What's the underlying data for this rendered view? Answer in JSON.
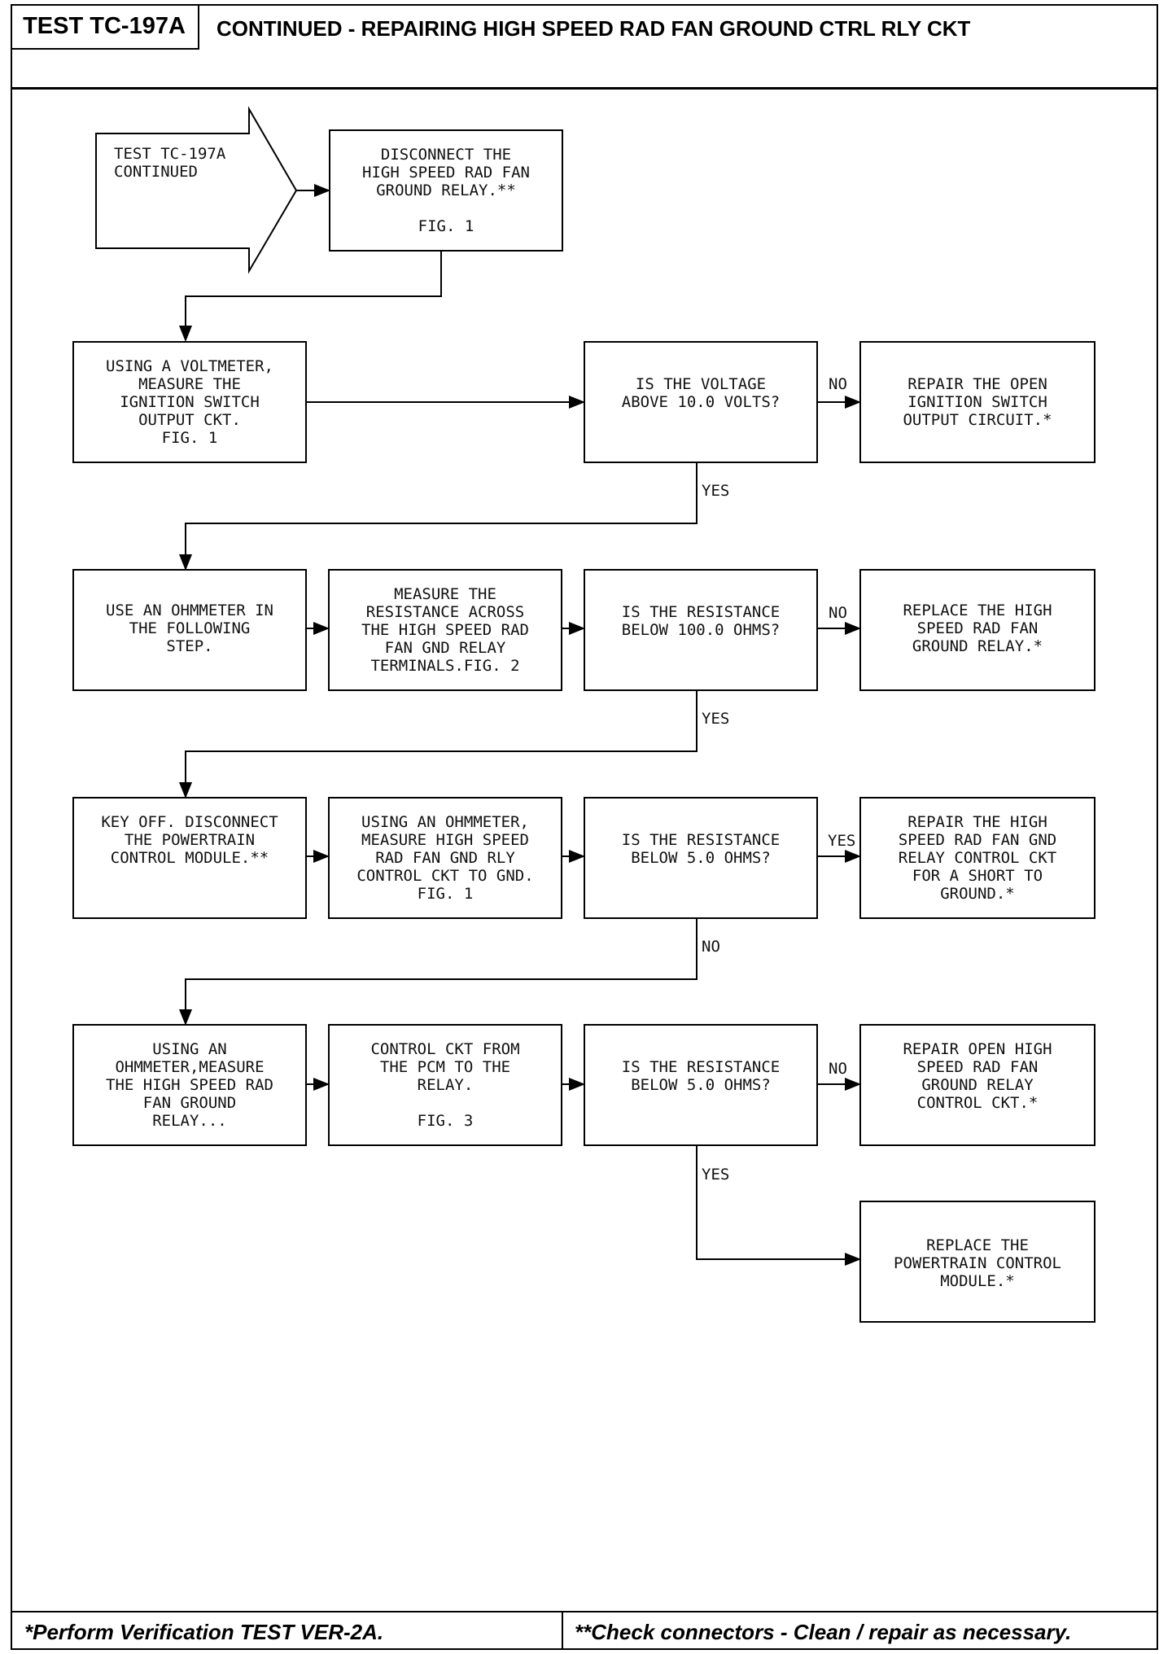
{
  "header": {
    "test_id": "TEST TC-197A",
    "title": "CONTINUED - REPAIRING HIGH SPEED RAD FAN GROUND CTRL RLY CKT"
  },
  "diagram": {
    "start": "TEST TC-197A\nCONTINUED",
    "disconnect_relay": "DISCONNECT THE\nHIGH SPEED RAD FAN\nGROUND RELAY.**\n\nFIG. 1",
    "measure_ignition": "USING A VOLTMETER,\nMEASURE THE\nIGNITION SWITCH\nOUTPUT CKT.\nFIG. 1",
    "q_voltage": "IS THE VOLTAGE\nABOVE 10.0 VOLTS?",
    "repair_ignition": "REPAIR THE OPEN\nIGNITION SWITCH\nOUTPUT CIRCUIT.*",
    "use_ohmmeter": "USE AN OHMMETER IN\nTHE FOLLOWING\nSTEP.",
    "measure_relay_terminals": "MEASURE THE\nRESISTANCE ACROSS\nTHE HIGH SPEED RAD\nFAN GND RELAY\nTERMINALS.FIG. 2",
    "q_resistance_100": "IS THE RESISTANCE\nBELOW 100.0 OHMS?",
    "replace_relay": "REPLACE THE HIGH\nSPEED RAD FAN\nGROUND RELAY.*",
    "key_off": "KEY OFF. DISCONNECT\nTHE POWERTRAIN\nCONTROL MODULE.**",
    "measure_ctrl_to_gnd": "USING AN OHMMETER,\nMEASURE HIGH SPEED\nRAD FAN GND RLY\nCONTROL CKT TO GND.\nFIG. 1",
    "q_resistance_5a": "IS THE RESISTANCE\nBELOW 5.0 OHMS?",
    "repair_short": "REPAIR THE HIGH\nSPEED RAD FAN GND\nRELAY CONTROL CKT\nFOR A SHORT TO\nGROUND.*",
    "measure_relay_ohm": "USING AN\nOHMMETER,MEASURE\nTHE HIGH SPEED RAD\nFAN GROUND\nRELAY...",
    "control_ckt_pcm": "CONTROL CKT FROM\nTHE PCM TO THE\nRELAY.\n\nFIG. 3",
    "q_resistance_5b": "IS THE RESISTANCE\nBELOW 5.0 OHMS?",
    "repair_open": "REPAIR OPEN HIGH\nSPEED RAD FAN\nGROUND RELAY\nCONTROL CKT.*",
    "replace_pcm": "REPLACE THE\nPOWERTRAIN CONTROL\nMODULE.*",
    "labels": {
      "no1": "NO",
      "yes1": "YES",
      "no2": "NO",
      "yes2": "YES",
      "yes3": "YES",
      "no3": "NO",
      "no4": "NO",
      "yes4": "YES"
    }
  },
  "footer": {
    "left": "*Perform Verification TEST VER-2A.",
    "right": "**Check connectors - Clean / repair as necessary."
  }
}
